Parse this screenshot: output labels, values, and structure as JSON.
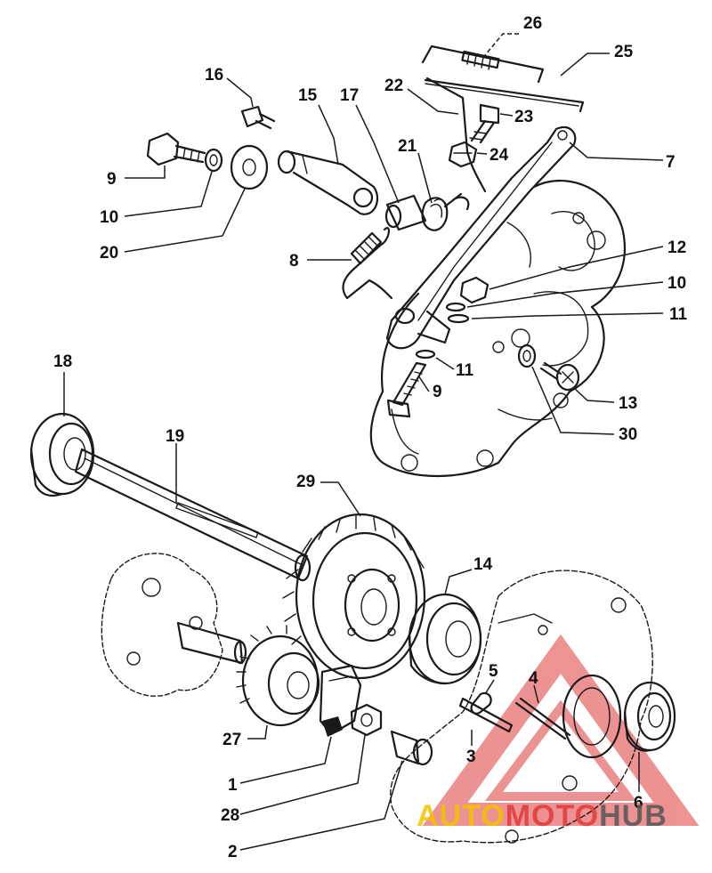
{
  "labels": {
    "p1": "1",
    "p2": "2",
    "p3": "3",
    "p4": "4",
    "p5": "5",
    "p6": "6",
    "p7": "7",
    "p8": "8",
    "p9a": "9",
    "p9b": "9",
    "p10a": "10",
    "p10b": "10",
    "p11a": "11",
    "p11b": "11",
    "p12": "12",
    "p13": "13",
    "p14": "14",
    "p15": "15",
    "p16": "16",
    "p17": "17",
    "p18": "18",
    "p19": "19",
    "p20": "20",
    "p21": "21",
    "p22": "22",
    "p23": "23",
    "p24": "24",
    "p25": "25",
    "p26": "26",
    "p27": "27",
    "p28": "28",
    "p29": "29",
    "p30": "30"
  },
  "watermark": {
    "part1": "AUTO",
    "part2": "MOTO",
    "part3": "HUB",
    "colors": {
      "auto": "#f2c200",
      "moto": "#e03a3a",
      "hub": "#555555",
      "triangle": "#e03a3a"
    }
  }
}
